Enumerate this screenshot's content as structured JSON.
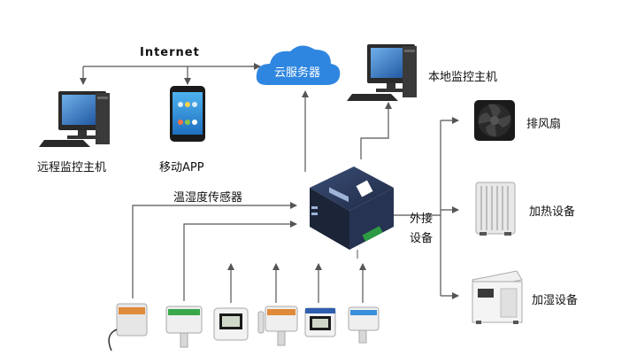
{
  "labels": {
    "internet": "Internet",
    "cloud": "云服务器",
    "local_host": "本地监控主机",
    "remote_host": "远程监控主机",
    "mobile_app": "移动APP",
    "sensor": "温湿度传感器",
    "external_line1": "外接",
    "external_line2": "设备",
    "fan": "排风扇",
    "heater": "加热设备",
    "humidifier": "加湿设备"
  },
  "colors": {
    "cloud": "#2f86e0",
    "line": "#555555",
    "device_body": "#2c3a5a",
    "sensor_orange": "#e08a3c",
    "sensor_green": "#3aa84a",
    "sensor_blue": "#3a8fd8"
  }
}
